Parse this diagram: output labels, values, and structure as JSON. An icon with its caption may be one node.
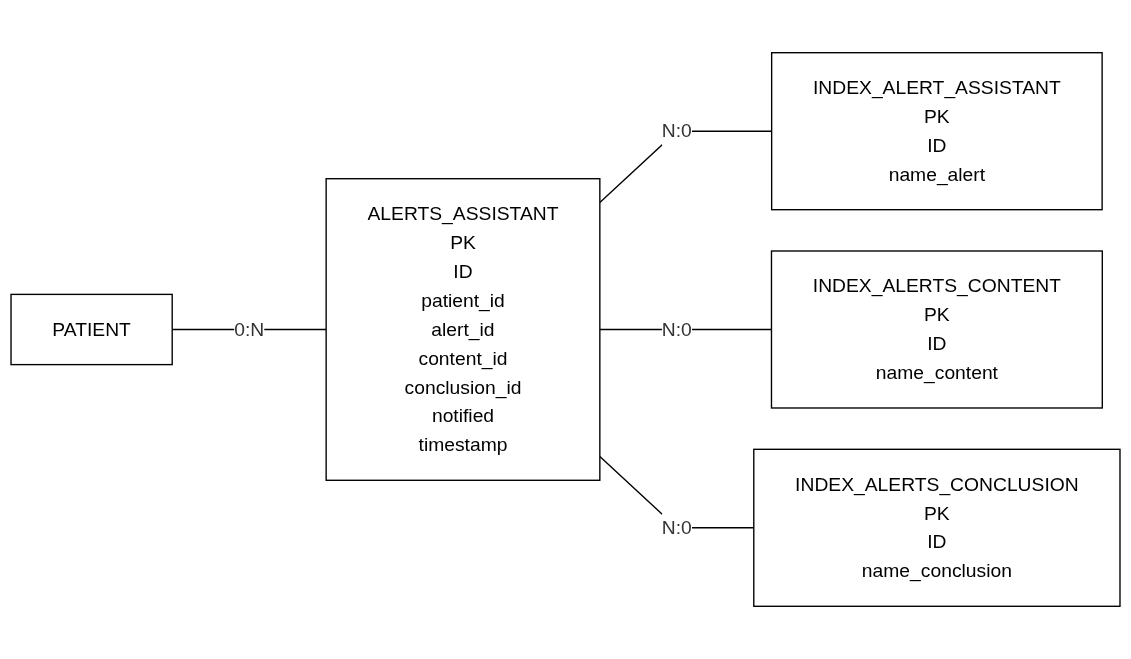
{
  "diagram": {
    "nodes": [
      {
        "text": [
          "PATIENT"
        ]
      },
      {
        "text": [
          "ALERTS_ASSISTANT",
          "PK",
          "ID",
          "patient_id",
          "alert_id",
          "content_id",
          "conclusion_id",
          "notified",
          "timestamp"
        ]
      },
      {
        "text": [
          "INDEX_ALERT_ASSISTANT",
          "PK",
          "ID",
          "name_alert"
        ]
      },
      {
        "text": [
          "INDEX_ALERTS_CONTENT",
          "PK",
          "ID",
          "name_content"
        ]
      },
      {
        "text": [
          "INDEX_ALERTS_CONCLUSION",
          "PK",
          "ID",
          "name_conclusion"
        ]
      }
    ],
    "edges": [
      {
        "from": 0,
        "to": 1,
        "arrow": "none",
        "label": "0:N"
      },
      {
        "from": 1,
        "to": 2,
        "arrow": "none",
        "label": "N:0"
      },
      {
        "from": 1,
        "to": 3,
        "arrow": "none",
        "label": "N:0"
      },
      {
        "from": 1,
        "to": 4,
        "arrow": "none",
        "label": "N:0"
      }
    ]
  }
}
